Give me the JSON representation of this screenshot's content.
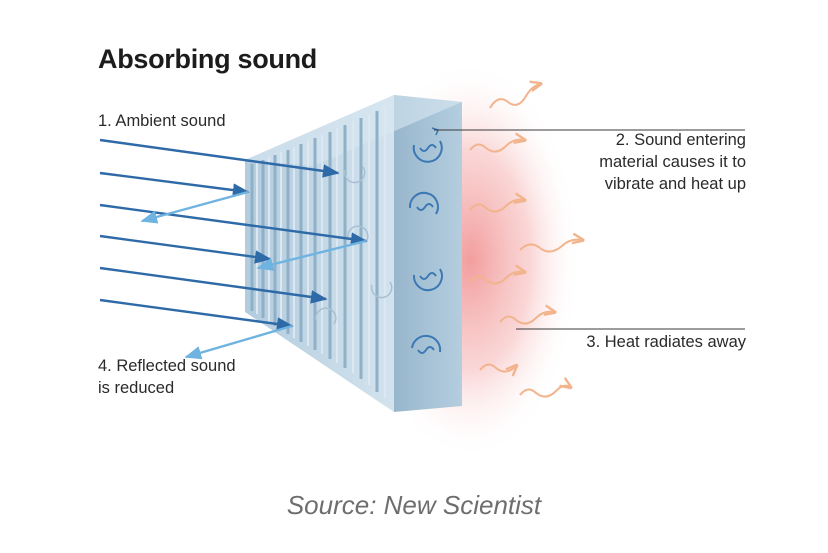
{
  "title": "Absorbing sound",
  "labels": {
    "ambient": "1. Ambient sound",
    "entering": [
      "2. Sound entering",
      "material causes it to",
      "vibrate and heat up"
    ],
    "heat": "3. Heat radiates away",
    "reflected": [
      "4. Reflected sound",
      "is reduced"
    ]
  },
  "source": "Source: New Scientist",
  "colors": {
    "incoming_arrow": "#2f6aa8",
    "reflected_arrow": "#6fb3e0",
    "panel_front": "#a9c4d6",
    "panel_side": "#c3d8e6",
    "heat_glow": "#f08c8c",
    "heat_wave": "#f2b48c",
    "leader_line": "#3a3a3a"
  }
}
